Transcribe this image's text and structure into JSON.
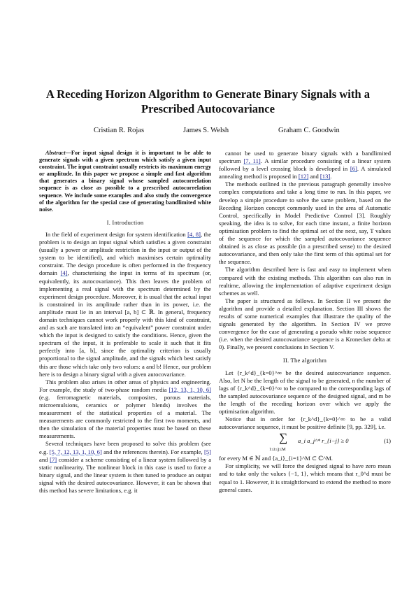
{
  "title": "A Receding Horizon Algorithm to Generate Binary Signals with a Prescribed Autocovariance",
  "authors": [
    "Cristian R. Rojas",
    "James S. Welsh",
    "Graham C. Goodwin"
  ],
  "abstract": {
    "label": "Abstract",
    "text": "—For input signal design it is important to be able to generate signals with a given spectrum which satisfy a given input constraint. The input constraint usually restricts its maximum energy or amplitude. In this paper we propose a simple and fast algorithm that generates a binary signal whose sampled autocorrelation sequence is as close as possible to a prescribed autocorrelation sequence. We include some examples and also study the convergence of the algorithm for the special case of generating bandlimited white noise."
  },
  "sections": {
    "intro": "I. Introduction",
    "algorithm": "II. The algorithm"
  },
  "left_paragraphs": [
    [
      "In the field of experiment design for system identification ",
      {
        "c": "[4, 8]"
      },
      ", the problem is to design an input signal which satisfies a given constraint (usually a power or amplitude restriction in the input or output of the system to be identified), and which maximises certain optimality constraint. The design procedure is often performed in the frequency domain ",
      {
        "c": "[4]"
      },
      ", characterising the input in terms of its spectrum (or, equivalently, its autocovariance). This then leaves the problem of implementing a real signal with the spectrum determined by the experiment design procedure. Moreover, it is usual that the actual input is constrained in its amplitude rather than in its power, i.e. the amplitude must lie in an interval [a, b] ⊂ ℝ. In general, frequency domain techniques cannot work properly with this kind of constraint, and as such are translated into an “equivalent” power constraint under which the input is designed to satisfy the conditions. Hence, given the spectrum of the input, it is preferable to scale it such that it fits perfectly into [a, b], since the optimality criterion is usually proportional to the signal amplitude, and the signals which best satisfy this are those which take only two values: a and b! Hence, our problem here is to design a binary signal with a given autocovariance."
    ],
    [
      "This problem also arises in other areas of physics and engineering. For example, the study of two-phase random media ",
      {
        "c": "[12, 13, 1, 10, 6]"
      },
      " (e.g. ferromagnetic materials, composites, porous materials, microemulsions, ceramics or polymer blends) involves the measurement of the statistical properties of a material. The measurements are commonly restricted to the first two moments, and then the simulation of the material properties must be based on these measurements."
    ],
    [
      "Several techniques have been proposed to solve this problem (see e.g. ",
      {
        "c": "[5, 7, 12, 13, 1, 10, 6]"
      },
      " and the references therein). For example, ",
      {
        "c": "[5]"
      },
      " and ",
      {
        "c": "[7]"
      },
      " consider a scheme consisting of a linear system followed by a static nonlinearity. The nonlinear block in this case is used to force a binary signal, and the linear system is then tuned to produce an output signal with the desired autocovariance. However, it can be shown that this method has severe limitations, e.g. it"
    ]
  ],
  "right_paragraphs": [
    [
      "cannot be used to generate binary signals with a bandlimited spectrum ",
      {
        "c": "[7, 11]"
      },
      ". A similar procedure consisting of a linear system followed by a level crossing block is developed in ",
      {
        "c": "[6]"
      },
      ". A simulated annealing method is proposed in ",
      {
        "c": "[12]"
      },
      " and ",
      {
        "c": "[13]"
      },
      "."
    ],
    [
      "The methods outlined in the previous paragraph generally involve complex computations and take a long time to run. In this paper, we develop a simple procedure to solve the same problem, based on the Receding Horizon concept commonly used in the area of Automatic Control, specifically in Model Predictive Control [3]. Roughly speaking, the idea is to solve, for each time instant, a finite horizon optimisation problem to find the optimal set of the next, say, T values of the sequence for which the sampled autocovariance sequence obtained is as close as possible (in a prescribed sense) to the desired autocovariance, and then only take the first term of this optimal set for the sequence."
    ],
    [
      "The algorithm described here is fast and easy to implement when compared with the existing methods. This algorithm can also run in realtime, allowing the implementation of adaptive experiment design schemes as well."
    ],
    [
      "The paper is structured as follows. In Section II we present the algorithm and provide a detailed explanation. Section III shows the results of some numerical examples that illustrate the quality of the signals generated by the algorithm. In Section IV we prove convergence for the case of generating a pseudo white noise sequence (i.e. when the desired autocovariance sequence is a Kronecker delta at 0). Finally, we present conclusions in Section V."
    ]
  ],
  "algorithm_paragraphs": [
    "Let {r_k^d}_{k=0}^∞ be the desired autocovariance sequence. Also, let N be the length of the signal to be generated, n the number of lags of {r_k^d}_{k=0}^∞ to be compared to the corresponding lags of the sampled autocovariance sequence of the designed signal, and m be the length of the receding horizon over which we apply the optimisation algorithm.",
    "Notice that in order for {r_k^d}_{k=0}^∞ to be a valid autocovariance sequence, it must be positive definite [9, pp. 329], i.e."
  ],
  "equation": {
    "sum": "∑",
    "range": "1≤i≤j≤M",
    "expr": "a_i a_j^* r_{i−j} ≥ 0",
    "number": "(1)"
  },
  "after_equation": [
    "for every M ∈ ℕ and {a_i}_{i=1}^M ⊂ ℂ^M.",
    "For simplicity, we will force the designed signal to have zero mean and to take only the values {−1, 1}, which means that r_0^d must be equal to 1. However, it is straightforward to extend the method to more general cases."
  ]
}
